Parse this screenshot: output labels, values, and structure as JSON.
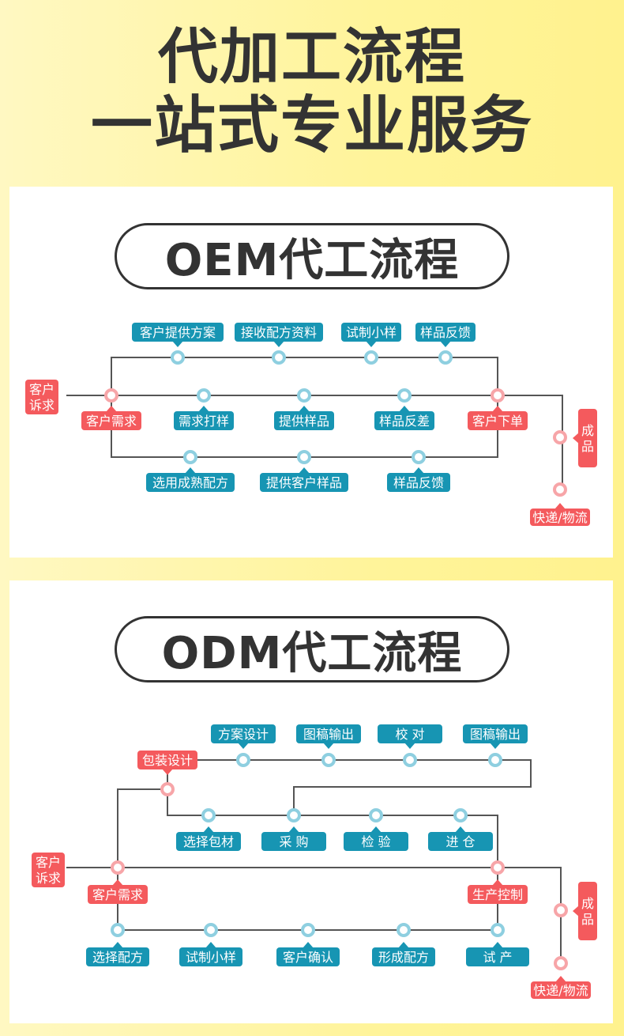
{
  "header": {
    "line1": "代加工流程",
    "line2": "一站式专业服务"
  },
  "colors": {
    "teal": "#1795b3",
    "teal_node": "#8ecfe0",
    "red": "#f45a5d",
    "red_node": "#f7a5a8",
    "line": "#555555",
    "title_text": "#333333",
    "background": "#fff49a"
  },
  "oem": {
    "title": "OEM代工流程",
    "start": "客户诉求",
    "start_lines": [
      "客户",
      "诉求"
    ],
    "hub_left": "客户需求",
    "hub_right": "客户下单",
    "top_branch": [
      "客户提供方案",
      "接收配方资料",
      "试制小样",
      "样品反馈"
    ],
    "middle_branch": [
      "需求打样",
      "提供样品",
      "样品反差"
    ],
    "bottom_branch": [
      "选用成熟配方",
      "提供客户样品",
      "样品反馈"
    ],
    "finished": "成品",
    "finished_lines": [
      "成",
      "品"
    ],
    "shipping": "快递/物流"
  },
  "odm": {
    "title": "ODM代工流程",
    "start": "客户诉求",
    "start_lines": [
      "客户",
      "诉求"
    ],
    "package_hub": "包装设计",
    "design_branch": [
      "方案设计",
      "图稿输出",
      "校 对",
      "图稿输出"
    ],
    "material_branch": [
      "选择包材",
      "采 购",
      "检 验",
      "进 仓"
    ],
    "hub_left": "客户需求",
    "hub_right": "生产控制",
    "formula_branch": [
      "选择配方",
      "试制小样",
      "客户确认",
      "形成配方",
      "试 产"
    ],
    "finished": "成品",
    "finished_lines": [
      "成",
      "品"
    ],
    "shipping": "快递/物流"
  }
}
